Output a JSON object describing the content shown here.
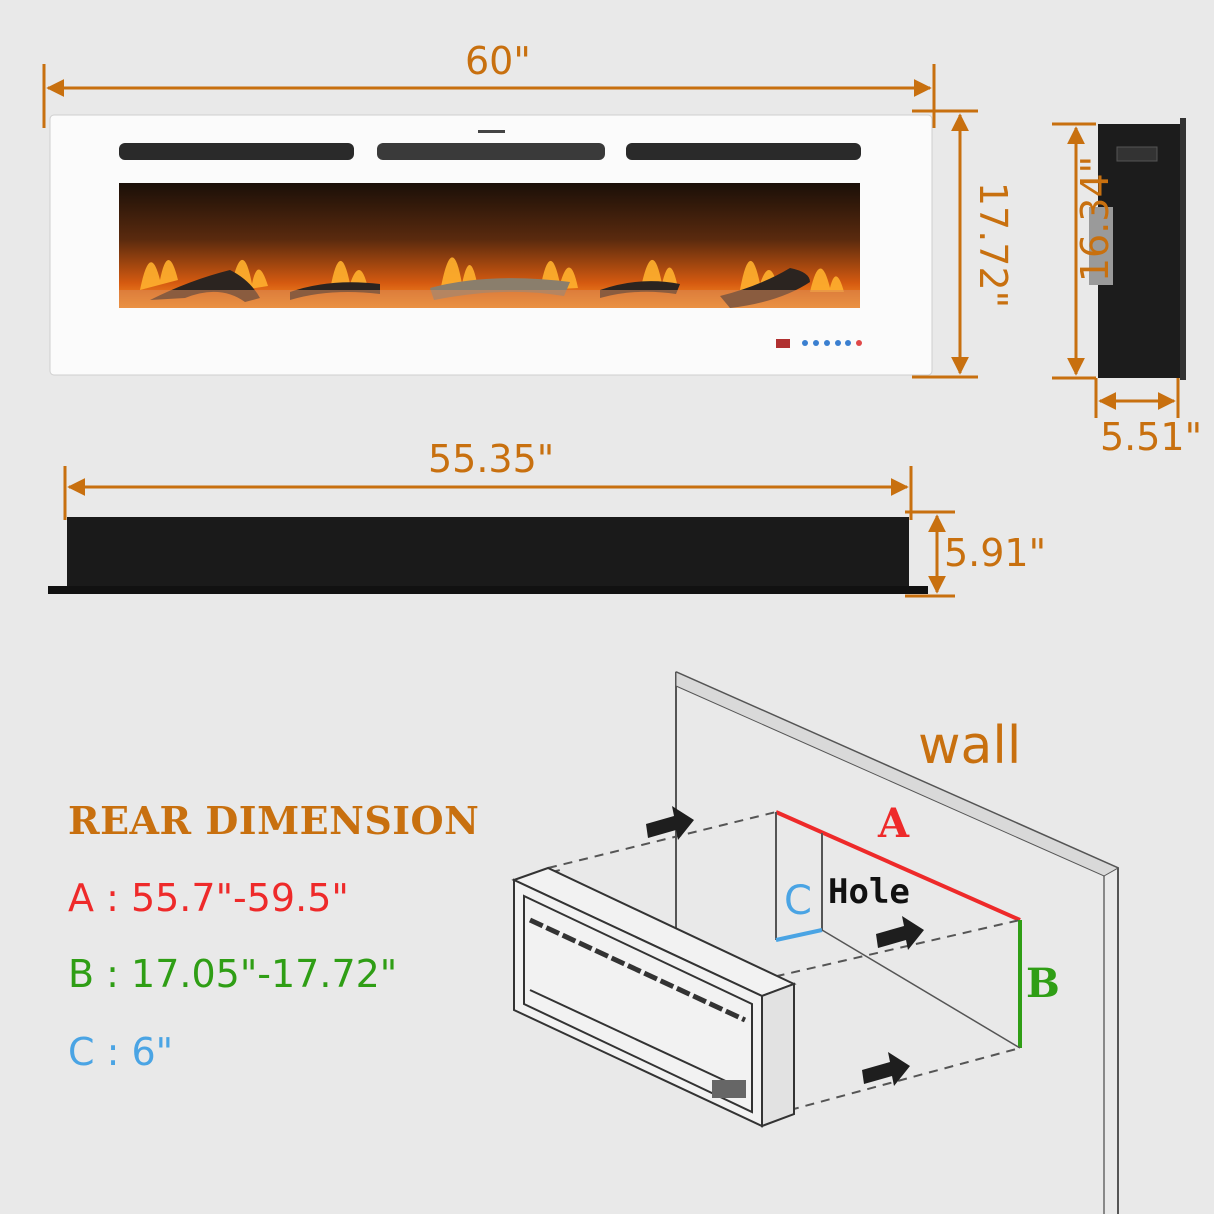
{
  "dimensions": {
    "front_width": "60\"",
    "front_height": "17.72\"",
    "side_height": "16.34\"",
    "side_depth": "5.51\"",
    "top_width": "55.35\"",
    "top_depth": "5.91\""
  },
  "rear": {
    "title": "REAR DIMENSION",
    "specs": [
      {
        "text": "A : 55.7\"-59.5\"",
        "color": "#ee2a2a"
      },
      {
        "text": "B : 17.05\"-17.72\"",
        "color": "#2f9e15"
      },
      {
        "text": "C : 6\"",
        "color": "#4aa4e4"
      }
    ]
  },
  "install": {
    "wall_label": "wall",
    "hole_label": "Hole",
    "a_label": "A",
    "b_label": "B",
    "c_label": "C"
  },
  "colors": {
    "dimension": "#c8700f",
    "a": "#ee2a2a",
    "b": "#2f9e15",
    "c": "#4aa4e4"
  }
}
